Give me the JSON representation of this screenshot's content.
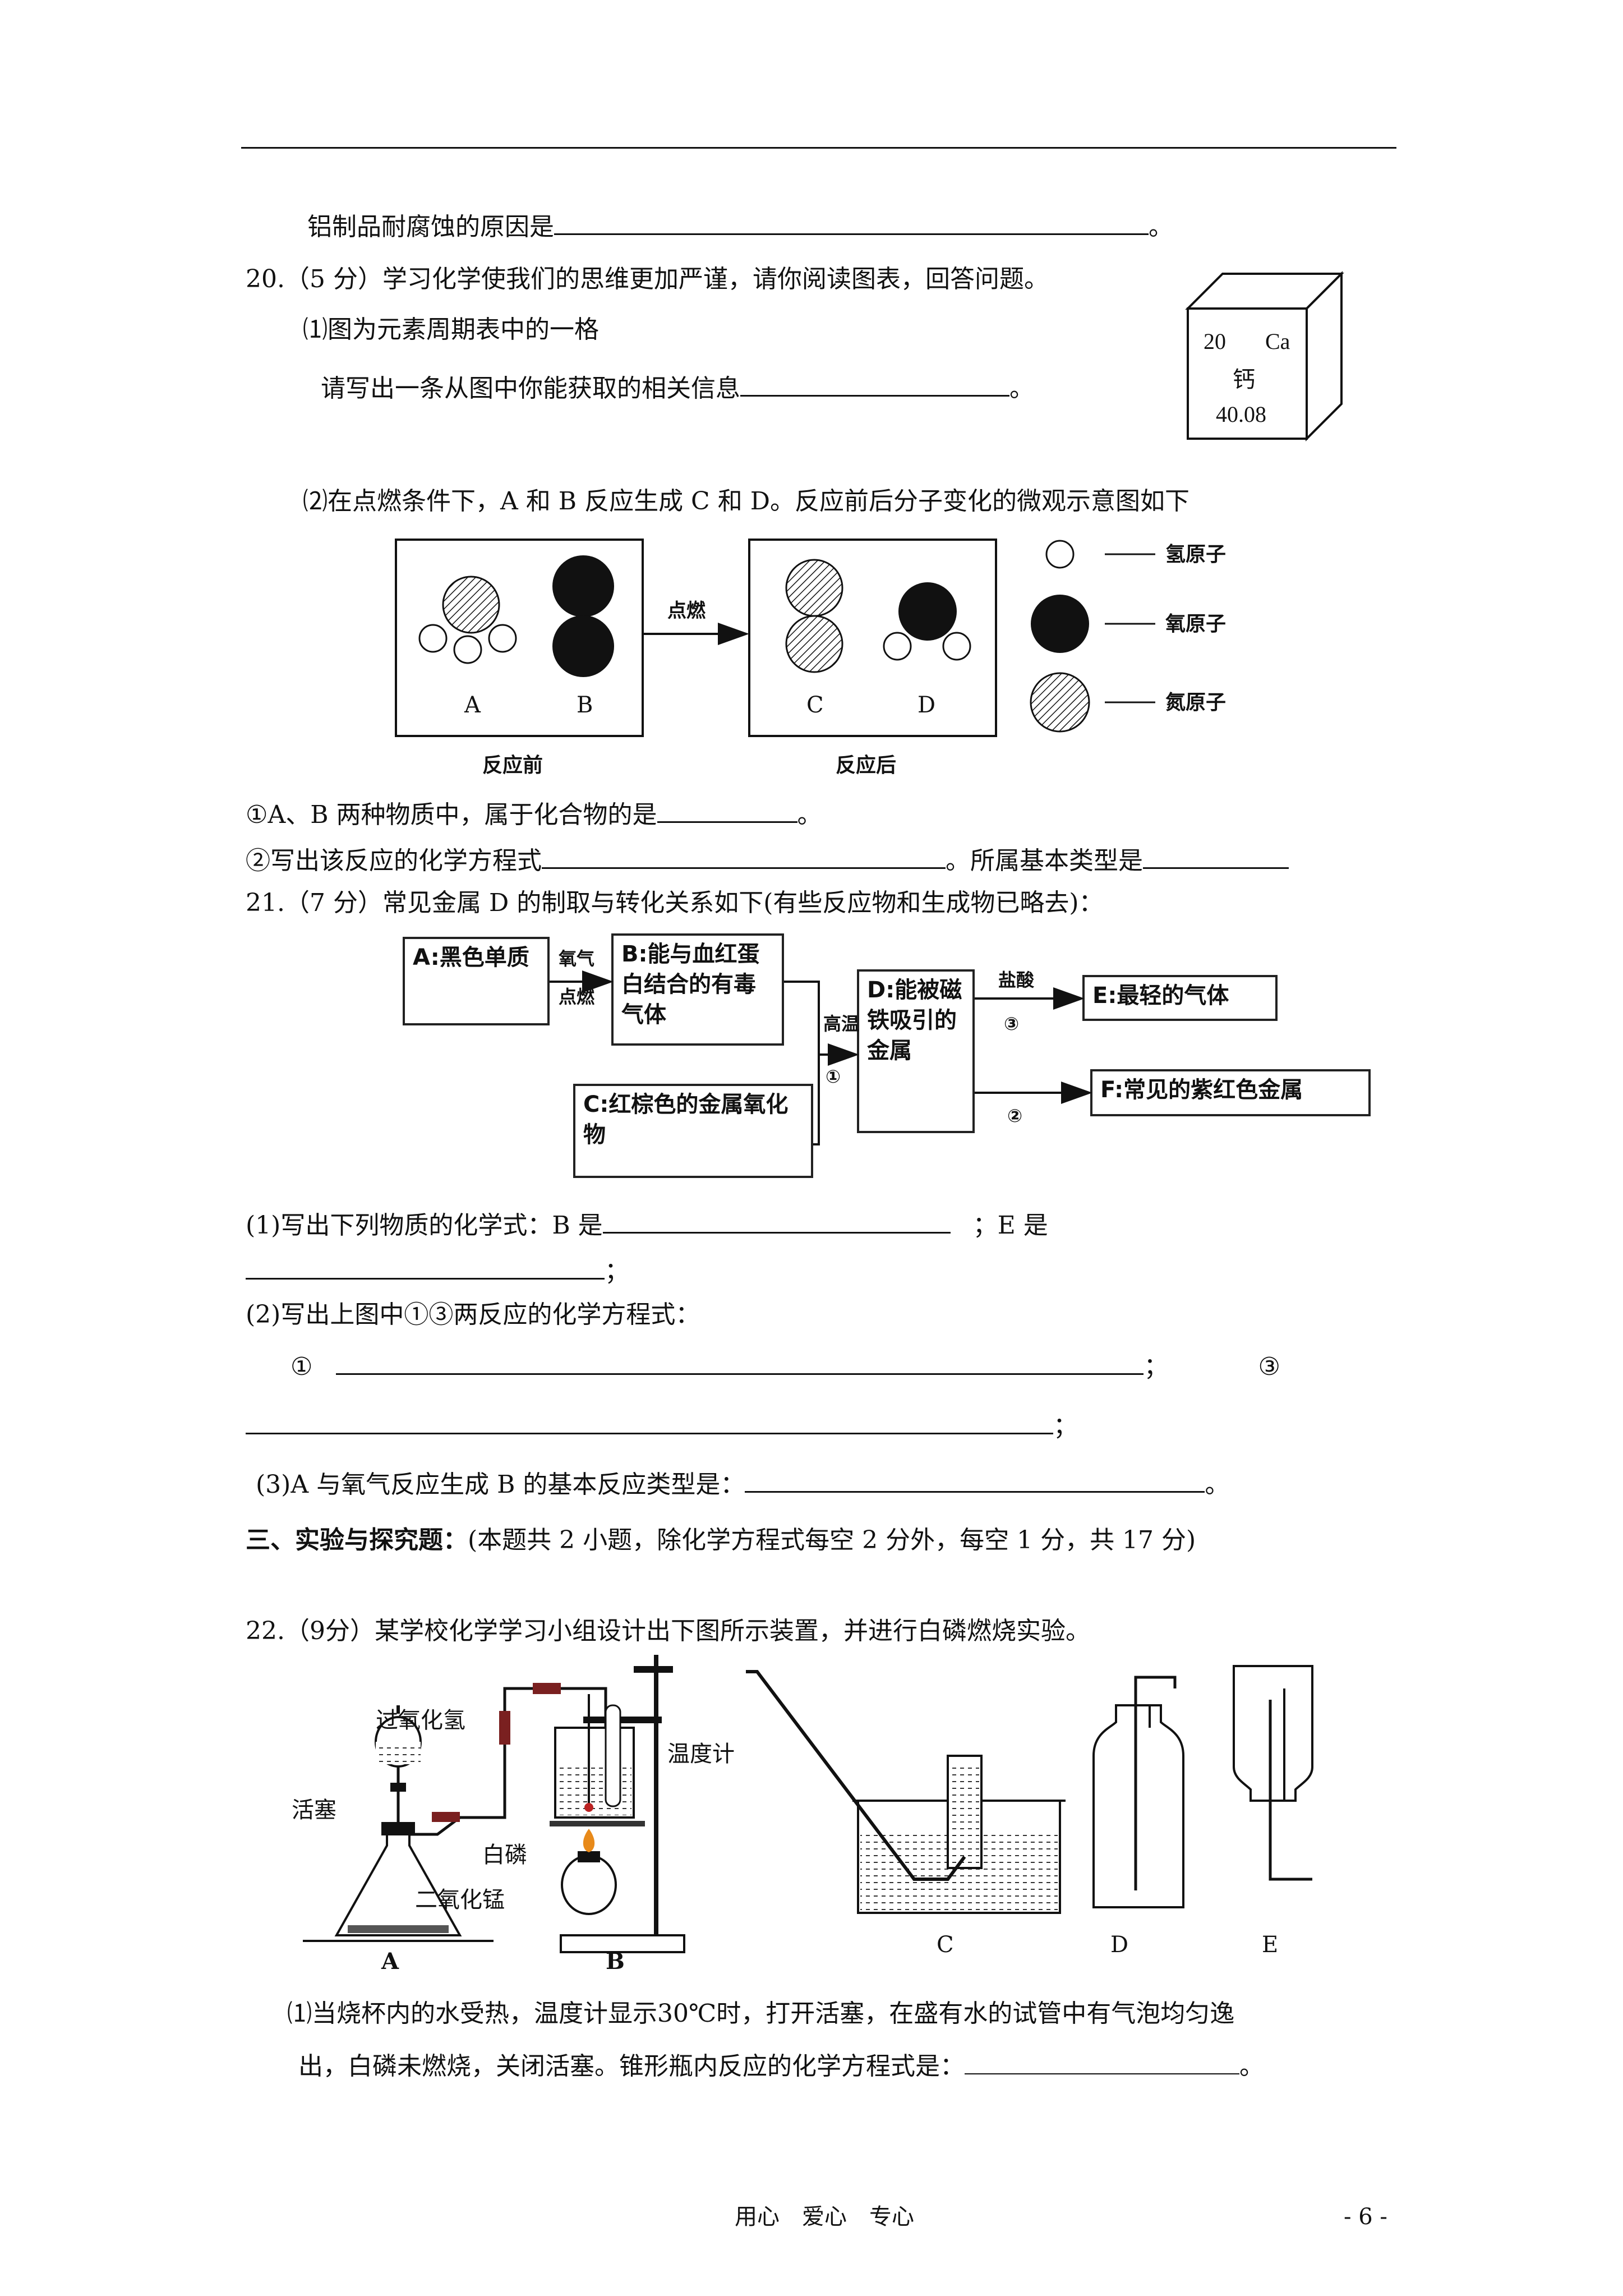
{
  "header_rule": true,
  "line_aluminum": {
    "text": "铝制品耐腐蚀的原因是",
    "end": "。"
  },
  "q20": {
    "stem": "20.（5 分）学习化学使我们的思维更加严谨，请你阅读图表，回答问题。",
    "part1_title": "⑴图为元素周期表中的一格",
    "part1_prompt": "请写出一条从图中你能获取的相关信息",
    "part1_end": "。",
    "cell": {
      "number": "20",
      "symbol": "Ca",
      "name": "钙",
      "mass": "40.08"
    },
    "part2_title": "⑵在点燃条件下，A 和 B 反应生成 C 和 D。反应前后分子变化的微观示意图如下",
    "diagram": {
      "arrow_label": "点燃",
      "before_label": "反应前",
      "after_label": "反应后",
      "labels": [
        "A",
        "B",
        "C",
        "D"
      ],
      "legend": [
        "氢原子",
        "氧原子",
        "氮原子"
      ]
    },
    "q1": "①A、B 两种物质中，属于化合物的是",
    "q1_end": "。",
    "q2": "②写出该反应的化学方程式",
    "q2_mid": "。所属基本类型是"
  },
  "q21": {
    "stem": "21.（7 分）常见金属 D 的制取与转化关系如下(有些反应物和生成物已略去)：",
    "flow": {
      "A": "A:黑色单质",
      "B": "B:能与血红蛋白结合的有毒气体",
      "C": "C:红棕色的金属氧化物",
      "D": "D:能被磁铁吸引的金属",
      "E": "E:最轻的气体",
      "F": "F:常见的紫红色金属",
      "ab_label_1": "氧气",
      "ab_label_2": "点燃",
      "r1_label": "高温",
      "r1_num": "①",
      "de_label": "盐酸",
      "de_num": "③",
      "df_num": "②"
    },
    "p1": "(1)写出下列物质的化学式：B 是",
    "p1_e": "；E 是",
    "semi": "；",
    "p2": "(2)写出上图中①③两反应的化学方程式：",
    "p2_a": "①",
    "p2_b": "③",
    "p3": "(3)A 与氧气反应生成 B 的基本反应类型是：",
    "p3_end": "。"
  },
  "section3": {
    "title": "三、实验与探究题：",
    "note": "(本题共 2 小题，除化学方程式每空 2 分外，每空 1 分，共 17 分)"
  },
  "q22": {
    "stem": "22.（9分）某学校化学学习小组设计出下图所示装置，并进行白磷燃烧实验。",
    "apparatus_labels": {
      "h2o2": "过氧化氢",
      "stopcock": "活塞",
      "thermometer": "温度计",
      "white_p": "白磷",
      "mno2": "二氧化锰",
      "A": "A",
      "B": "B",
      "C": "C",
      "D": "D",
      "E": "E"
    },
    "p1_line1": "⑴当烧杯内的水受热，温度计显示30℃时，打开活塞，在盛有水的试管中有气泡均匀逸",
    "p1_line2": "出，白磷未燃烧，关闭活塞。锥形瓶内反应的化学方程式是：",
    "p1_end": "。"
  },
  "footer": {
    "center": "用心　爱心　专心",
    "page": "- 6 -"
  }
}
